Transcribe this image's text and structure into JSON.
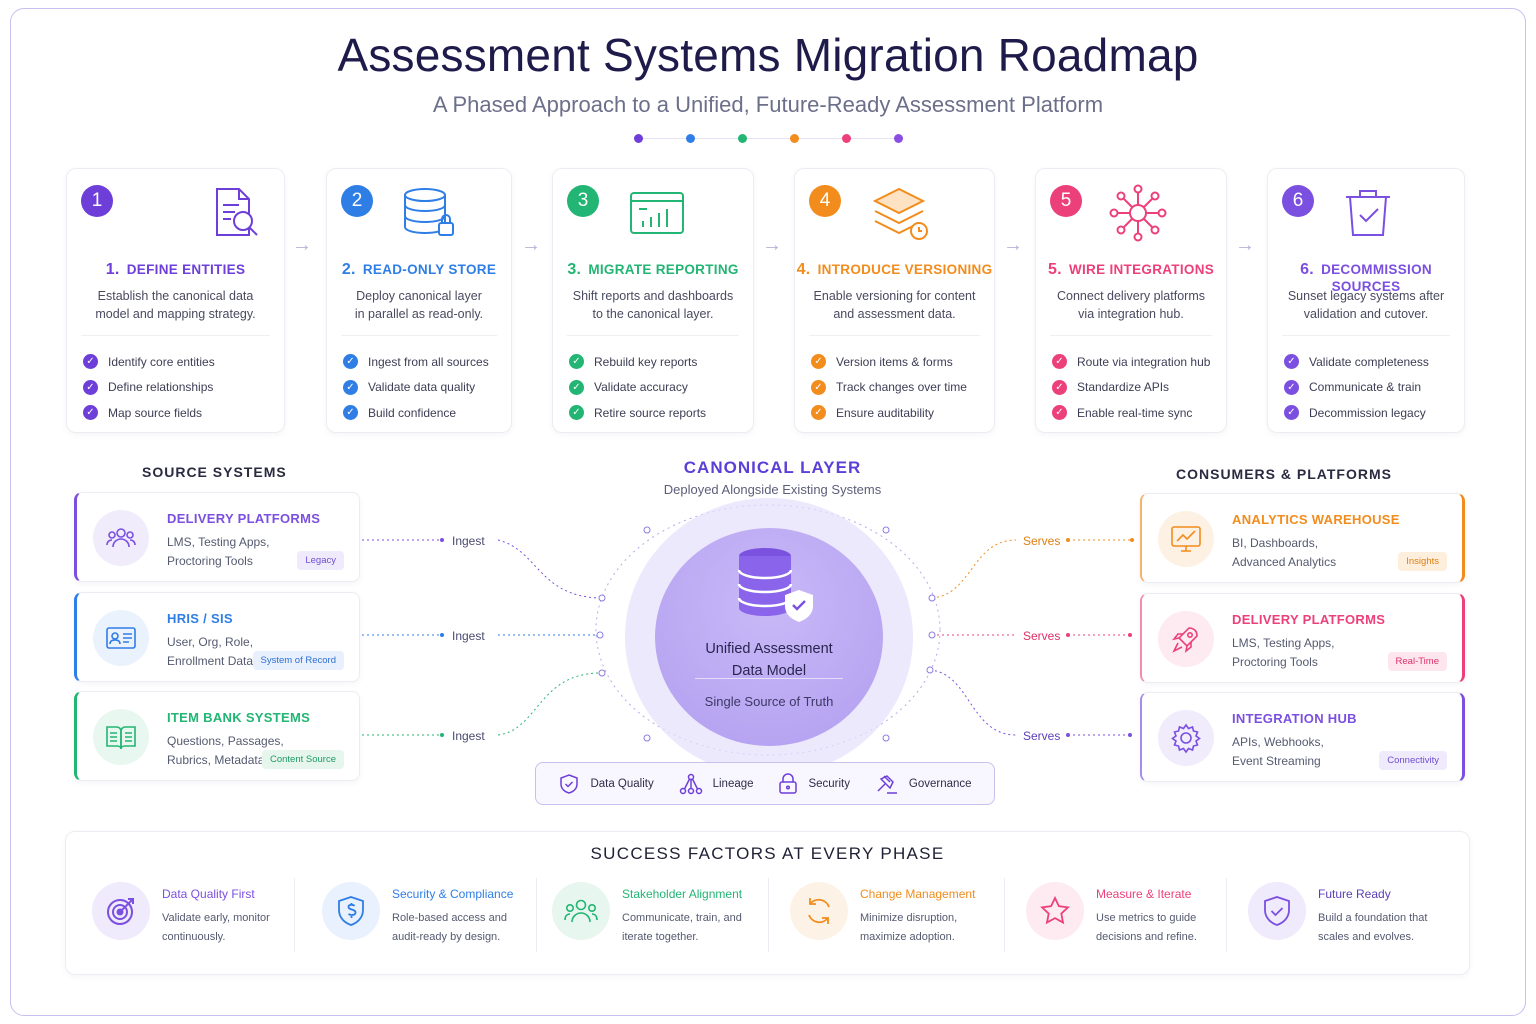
{
  "header": {
    "title": "Assessment Systems Migration Roadmap",
    "subtitle": "A Phased Approach to a Unified, Future-Ready Assessment Platform",
    "dot_colors": [
      "#6d3fd8",
      "#2f7ee6",
      "#22b573",
      "#f28c1d",
      "#ec407a",
      "#8a4fe0"
    ]
  },
  "phases": [
    {
      "badge": "1",
      "num": "1.",
      "title": "DEFINE ENTITIES",
      "desc": [
        "Establish the canonical data",
        "model and mapping strategy."
      ],
      "items": [
        "Identify core entities",
        "Define relationships",
        "Map source fields"
      ],
      "color": "#6d3fd8",
      "icon": "document-search-icon"
    },
    {
      "badge": "2",
      "num": "2.",
      "title": "READ-ONLY STORE",
      "desc": [
        "Deploy canonical layer",
        "in parallel as read-only."
      ],
      "items": [
        "Ingest from all sources",
        "Validate data quality",
        "Build confidence"
      ],
      "color": "#2f7ee6",
      "icon": "database-lock-icon"
    },
    {
      "badge": "3",
      "num": "3.",
      "title": "MIGRATE REPORTING",
      "desc": [
        "Shift reports and dashboards",
        "to the canonical layer."
      ],
      "items": [
        "Rebuild key reports",
        "Validate accuracy",
        "Retire source reports"
      ],
      "color": "#22b573",
      "icon": "bar-chart-icon"
    },
    {
      "badge": "4",
      "num": "4.",
      "title": "INTRODUCE VERSIONING",
      "desc": [
        "Enable versioning for content",
        "and assessment data."
      ],
      "items": [
        "Version items & forms",
        "Track changes over time",
        "Ensure auditability"
      ],
      "color": "#f28c1d",
      "icon": "layers-clock-icon"
    },
    {
      "badge": "5",
      "num": "5.",
      "title": "WIRE INTEGRATIONS",
      "desc": [
        "Connect delivery platforms",
        "via integration hub."
      ],
      "items": [
        "Route via integration hub",
        "Standardize APIs",
        "Enable real-time sync"
      ],
      "color": "#ec407a",
      "icon": "network-hub-icon"
    },
    {
      "badge": "6",
      "num": "6.",
      "title": "DECOMMISSION SOURCES",
      "desc": [
        "Sunset legacy systems after",
        "validation and cutover."
      ],
      "items": [
        "Validate completeness",
        "Communicate & train",
        "Decommission legacy"
      ],
      "color": "#7b4fe0",
      "icon": "trash-check-icon"
    }
  ],
  "sources": {
    "heading": "SOURCE SYSTEMS",
    "items": [
      {
        "title": "DELIVERY PLATFORMS",
        "desc": [
          "LMS, Testing Apps,",
          "Proctoring Tools"
        ],
        "tag": "Legacy",
        "color": "#7b4fe0",
        "flow": "Ingest"
      },
      {
        "title": "HRIS / SIS",
        "desc": [
          "User, Org, Role,",
          "Enrollment Data"
        ],
        "tag": "System of Record",
        "color": "#2f7ee6",
        "flow": "Ingest"
      },
      {
        "title": "ITEM BANK SYSTEMS",
        "desc": [
          "Questions, Passages,",
          "Rubrics, Metadata"
        ],
        "tag": "Content Source",
        "color": "#22b573",
        "flow": "Ingest"
      }
    ]
  },
  "canonical": {
    "title": "CANONICAL LAYER",
    "subtitle": "Deployed Alongside Existing Systems",
    "core_line1": "Unified Assessment",
    "core_line2": "Data Model",
    "core_sub": "Single Source of Truth",
    "governance": [
      "Data Quality",
      "Lineage",
      "Security",
      "Governance"
    ]
  },
  "consumers": {
    "heading": "CONSUMERS & PLATFORMS",
    "items": [
      {
        "title": "ANALYTICS WAREHOUSE",
        "desc": [
          "BI, Dashboards,",
          "Advanced Analytics"
        ],
        "tag": "Insights",
        "color": "#f28c1d",
        "flow": "Serves"
      },
      {
        "title": "DELIVERY PLATFORMS",
        "desc": [
          "LMS, Testing Apps,",
          "Proctoring Tools"
        ],
        "tag": "Real-Time",
        "color": "#ec407a",
        "flow": "Serves"
      },
      {
        "title": "INTEGRATION HUB",
        "desc": [
          "APIs, Webhooks,",
          "Event Streaming"
        ],
        "tag": "Connectivity",
        "color": "#7b4fe0",
        "flow": "Serves"
      }
    ]
  },
  "success": {
    "heading": "SUCCESS FACTORS AT EVERY PHASE",
    "factors": [
      {
        "title": "Data Quality First",
        "desc": [
          "Validate early, monitor",
          "continuously."
        ],
        "color": "#7b4fe0"
      },
      {
        "title": "Security & Compliance",
        "desc": [
          "Role-based access and",
          "audit-ready by design."
        ],
        "color": "#2f7ee6"
      },
      {
        "title": "Stakeholder Alignment",
        "desc": [
          "Communicate, train, and",
          "iterate together."
        ],
        "color": "#22b573"
      },
      {
        "title": "Change Management",
        "desc": [
          "Minimize disruption,",
          "maximize adoption."
        ],
        "color": "#f28c1d"
      },
      {
        "title": "Measure & Iterate",
        "desc": [
          "Use metrics to guide",
          "decisions and refine."
        ],
        "color": "#ec407a"
      },
      {
        "title": "Future Ready",
        "desc": [
          "Build a foundation that",
          "scales and evolves."
        ],
        "color": "#7b4fe0"
      }
    ]
  }
}
